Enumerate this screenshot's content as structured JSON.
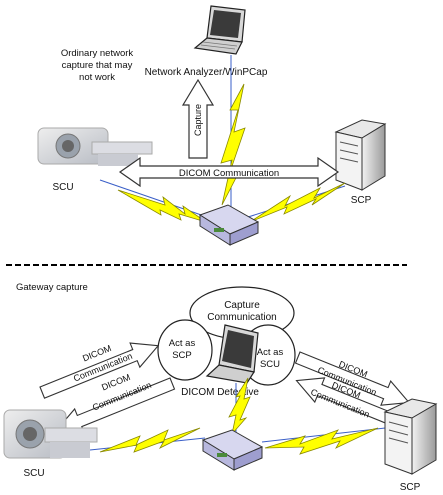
{
  "top": {
    "ordinary_note": [
      "Ordinary network",
      "capture that may",
      "not work"
    ],
    "analyzer_label": "Network Analyzer/WinPCap",
    "capture_label": "Capture",
    "dicom_comm_label": "DICOM Communication",
    "scu_label": "SCU",
    "scp_label": "SCP"
  },
  "bottom": {
    "section_label": "Gateway capture",
    "capture_comm_label": [
      "Capture",
      "Communication"
    ],
    "act_scp_label": [
      "Act as",
      "SCP"
    ],
    "act_scu_label": [
      "Act as",
      "SCU"
    ],
    "detective_label": "DICOM Detective",
    "left_dicom_upper": [
      "DICOM",
      "Communication"
    ],
    "left_dicom_lower": [
      "DICOM",
      "Communication"
    ],
    "right_dicom_upper": [
      "DICOM",
      "Communication"
    ],
    "right_dicom_lower": [
      "DICOM",
      "Communication"
    ],
    "scu_label": "SCU",
    "scp_label": "SCP"
  },
  "colors": {
    "bolt": "#ffff00",
    "bolt_stroke": "#8a8a00",
    "link_line": "#3a5fc8",
    "divider": "#000000",
    "router_body": "#c9c9ea"
  },
  "icons": [
    "mri-scanner-icon",
    "server-icon",
    "laptop-icon",
    "router-icon",
    "lightning-icon"
  ]
}
